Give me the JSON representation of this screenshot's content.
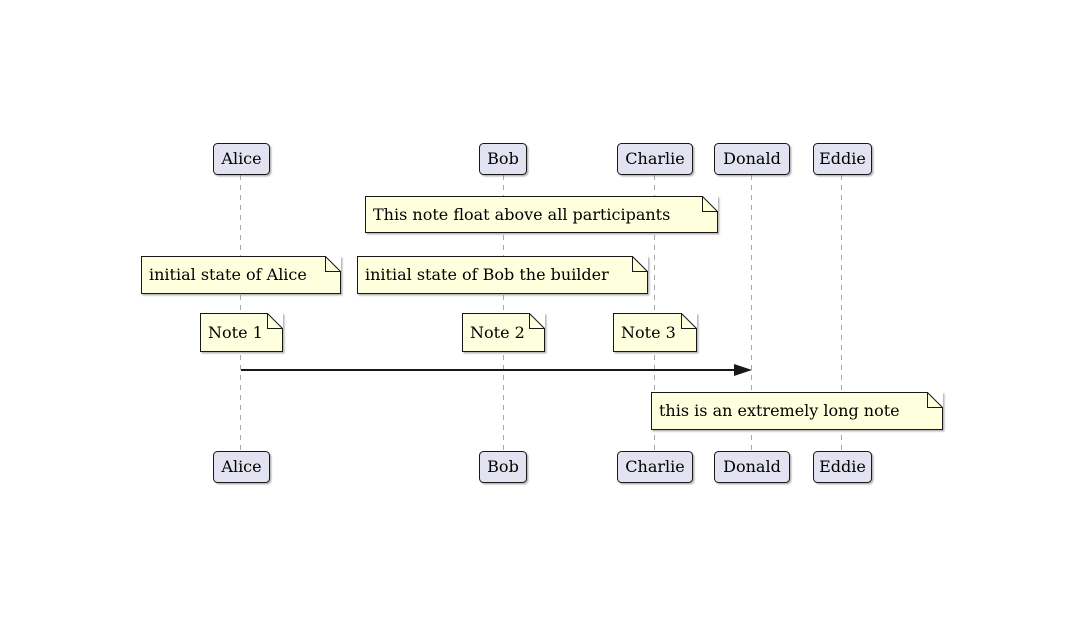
{
  "diagram": {
    "kind": "sequence-diagram",
    "participants": [
      {
        "name": "Alice"
      },
      {
        "name": "Bob"
      },
      {
        "name": "Charlie"
      },
      {
        "name": "Donald"
      },
      {
        "name": "Eddie"
      }
    ],
    "notes": [
      {
        "id": "float-note",
        "text": "This note float above all participants",
        "over": [
          "Bob",
          "Charlie"
        ]
      },
      {
        "id": "initial-alice",
        "text": "initial state of Alice",
        "over": [
          "Alice"
        ]
      },
      {
        "id": "initial-bob",
        "text": "initial state of Bob the builder",
        "over": [
          "Bob"
        ]
      },
      {
        "id": "note-1",
        "text": "Note 1",
        "over": [
          "Alice"
        ]
      },
      {
        "id": "note-2",
        "text": "Note 2",
        "over": [
          "Bob"
        ]
      },
      {
        "id": "note-3",
        "text": "Note 3",
        "over": [
          "Charlie"
        ]
      },
      {
        "id": "extremely-long",
        "text": "this is an extremely long note",
        "over": [
          "Donald",
          "Eddie"
        ]
      }
    ],
    "messages": [
      {
        "from": "Alice",
        "to": "Donald"
      }
    ],
    "colors": {
      "background": "#ffffff",
      "participant_fill": "#e2e2f0",
      "participant_border": "#181818",
      "note_fill": "#feffdd",
      "note_border": "#181818",
      "lifeline": "#a8a8a8",
      "arrow": "#181818",
      "text": "#000000"
    }
  }
}
